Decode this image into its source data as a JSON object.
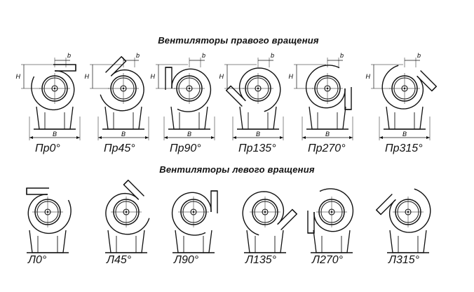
{
  "titles": {
    "right": "Вентиляторы правого вращения",
    "left": "Вентиляторы левого вращения"
  },
  "dimension_letters": {
    "height": "H",
    "offset": "b",
    "base": "B"
  },
  "right_fans": [
    {
      "label": "Пр0°",
      "angle": 0
    },
    {
      "label": "Пр45°",
      "angle": 45
    },
    {
      "label": "Пр90°",
      "angle": 90
    },
    {
      "label": "Пр135°",
      "angle": 135
    },
    {
      "label": "Пр270°",
      "angle": 270
    },
    {
      "label": "Пр315°",
      "angle": 315
    }
  ],
  "left_fans": [
    {
      "label": "Л0°",
      "angle": 0
    },
    {
      "label": "Л45°",
      "angle": 45
    },
    {
      "label": "Л90°",
      "angle": 90
    },
    {
      "label": "Л135°",
      "angle": 135
    },
    {
      "label": "Л270°",
      "angle": 270
    },
    {
      "label": "Л315°",
      "angle": 315
    }
  ],
  "colors": {
    "line": "#111111",
    "background": "#ffffff"
  }
}
